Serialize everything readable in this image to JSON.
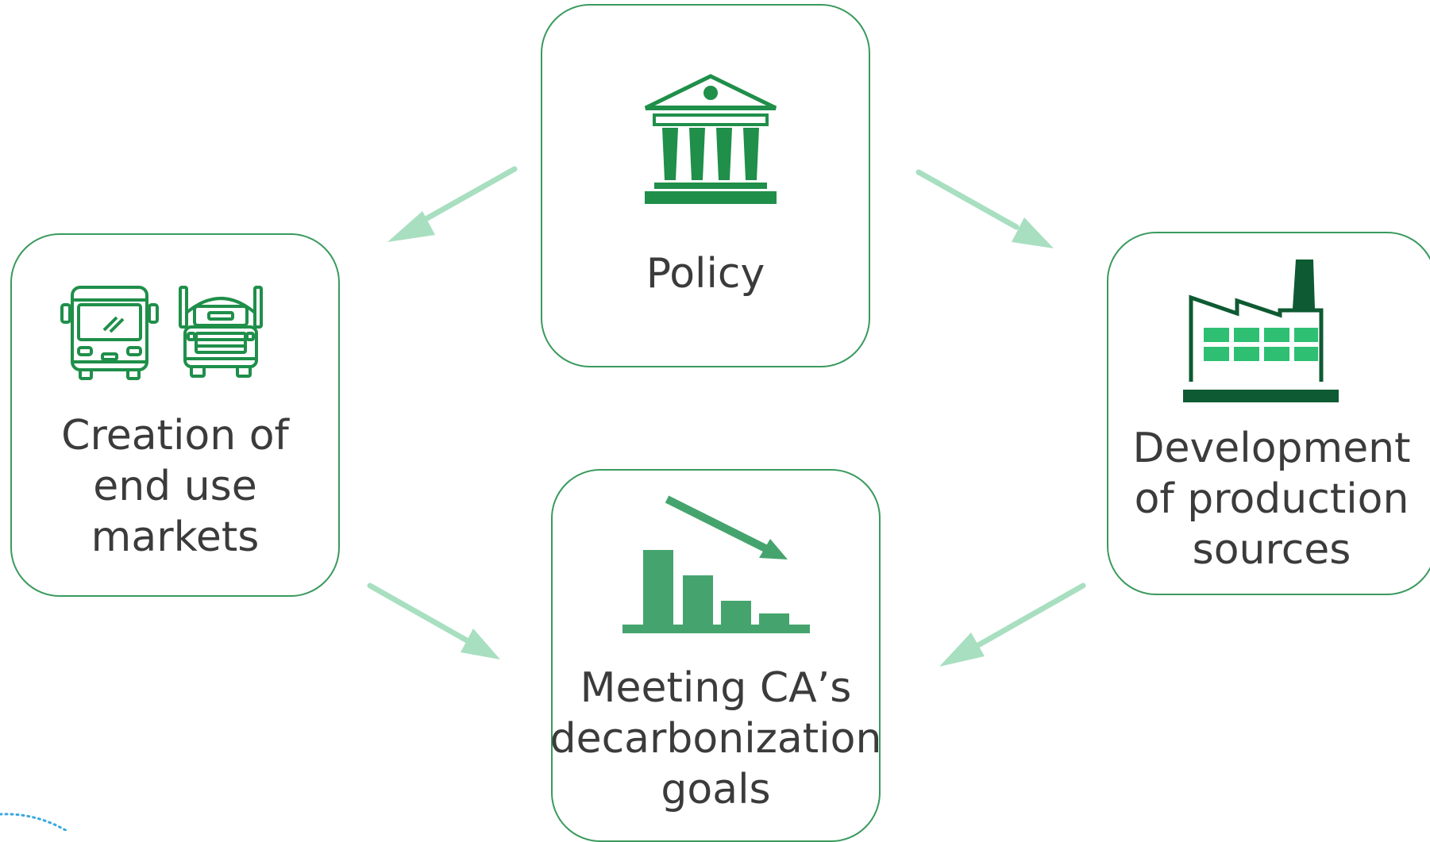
{
  "nodes": {
    "policy": {
      "label": "Policy",
      "icon": "government-building-icon"
    },
    "markets": {
      "label": "Creation of\nend use\nmarkets",
      "icons": [
        "bus-icon",
        "truck-icon"
      ]
    },
    "production": {
      "label": "Development\nof production\nsources",
      "icon": "factory-icon"
    },
    "goals": {
      "label": "Meeting CA’s\ndecarbonization\ngoals",
      "icon": "declining-bar-chart-icon"
    }
  },
  "flows": [
    {
      "from": "policy",
      "to": "markets"
    },
    {
      "from": "policy",
      "to": "production"
    },
    {
      "from": "markets",
      "to": "goals"
    },
    {
      "from": "production",
      "to": "goals"
    }
  ],
  "colors": {
    "card_border": "#3a9a5e",
    "icon_green": "#1f8f4a",
    "icon_dark": "#0e5a32",
    "window_green": "#2fbf73",
    "chart_green": "#45a46e",
    "arrow": "#a8dfc0",
    "text": "#3b3b3b",
    "dotted_line": "#3aa8e0"
  }
}
